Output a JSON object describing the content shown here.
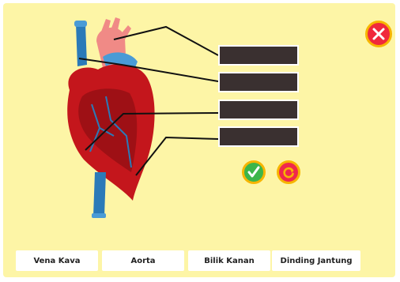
{
  "colors": {
    "background": "#fdf5a6",
    "label_box": "#3a3030",
    "close_button": "#f0283c",
    "check_button": "#3cb54a",
    "reset_button": "#f0284c",
    "button_border": "#f7b500"
  },
  "icons": {
    "close": "close-icon",
    "check": "check-icon",
    "reset": "refresh-icon"
  },
  "drop_zones": [
    "",
    "",
    "",
    ""
  ],
  "answer_options": [
    {
      "label": "Vena Kava"
    },
    {
      "label": "Aorta"
    },
    {
      "label": "Bilik Kanan"
    },
    {
      "label": "Dinding Jantung"
    }
  ]
}
